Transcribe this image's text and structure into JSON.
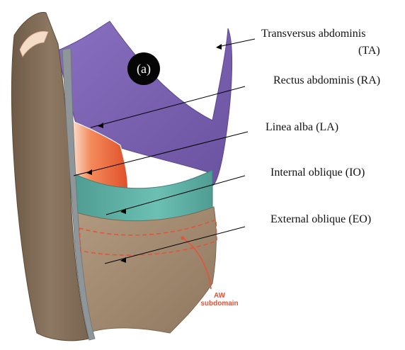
{
  "panel_label": "(a)",
  "labels": {
    "ta_line1": "Transversus abdominis",
    "ta_line2": "(TA)",
    "ra": "Rectus abdominis (RA)",
    "la": "Linea alba (LA)",
    "io": "Internal oblique (IO)",
    "eo": "External oblique (EO)"
  },
  "annotation": {
    "line1": "AW",
    "line2": "subdomain"
  },
  "colors": {
    "transversus": "#7d62b0",
    "rectus": "#f06a3e",
    "internal_oblique": "#5fb3a6",
    "external_oblique": "#a48c74",
    "skin": "#8a7560",
    "annotation": "#e0553a"
  }
}
